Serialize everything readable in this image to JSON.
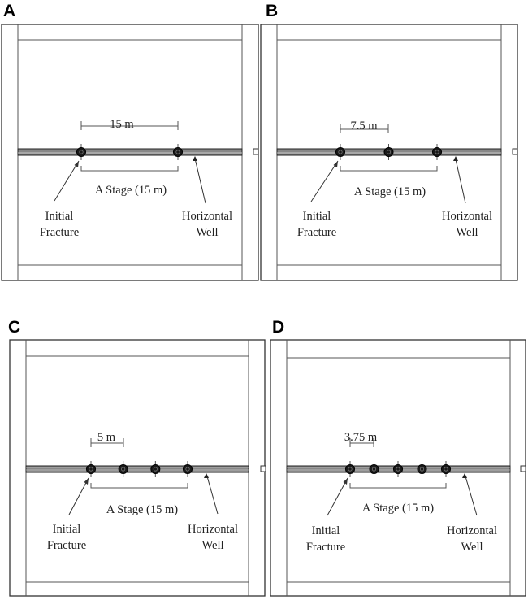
{
  "panels": [
    {
      "letter": "A",
      "spacing_label": "15 m",
      "fracture_count": 2,
      "stage_label": "A Stage (15 m)",
      "fracture_label": [
        "Initial",
        "Fracture"
      ],
      "well_label": [
        "Horizontal",
        "Well"
      ]
    },
    {
      "letter": "B",
      "spacing_label": "7.5 m",
      "fracture_count": 3,
      "stage_label": "A Stage (15 m)",
      "fracture_label": [
        "Initial",
        "Fracture"
      ],
      "well_label": [
        "Horizontal",
        "Well"
      ]
    },
    {
      "letter": "C",
      "spacing_label": "5 m",
      "fracture_count": 4,
      "stage_label": "A Stage (15 m)",
      "fracture_label": [
        "Initial",
        "Fracture"
      ],
      "well_label": [
        "Horizontal",
        "Well"
      ]
    },
    {
      "letter": "D",
      "spacing_label": "3.75 m",
      "fracture_count": 5,
      "stage_label": "A Stage (15 m)",
      "fracture_label": [
        "Initial",
        "Fracture"
      ],
      "well_label": [
        "Horizontal",
        "Well"
      ]
    }
  ]
}
